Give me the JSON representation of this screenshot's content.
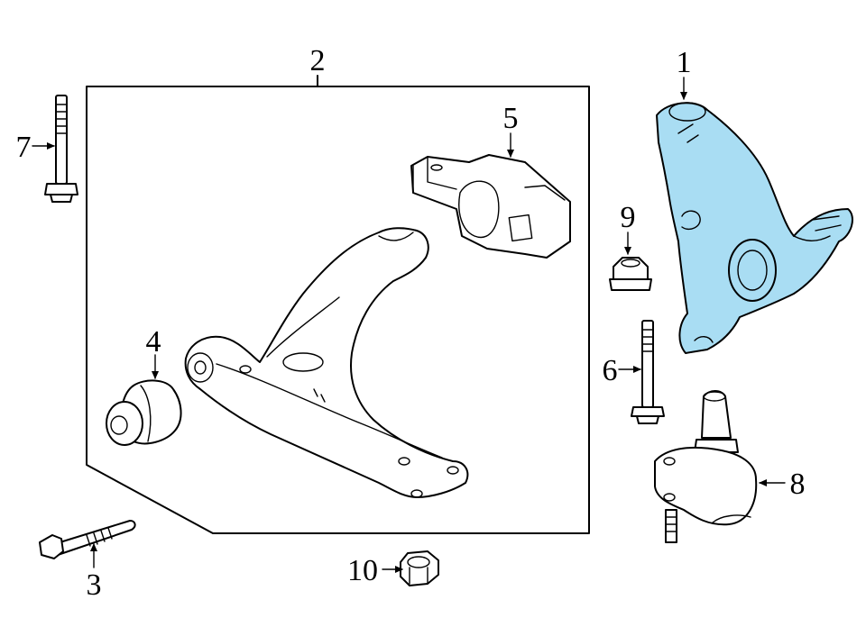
{
  "diagram": {
    "highlight_color": "#a9ddf3",
    "callouts": {
      "c1": "1",
      "c2": "2",
      "c3": "3",
      "c4": "4",
      "c5": "5",
      "c6": "6",
      "c7": "7",
      "c8": "8",
      "c9": "9",
      "c10": "10"
    }
  }
}
